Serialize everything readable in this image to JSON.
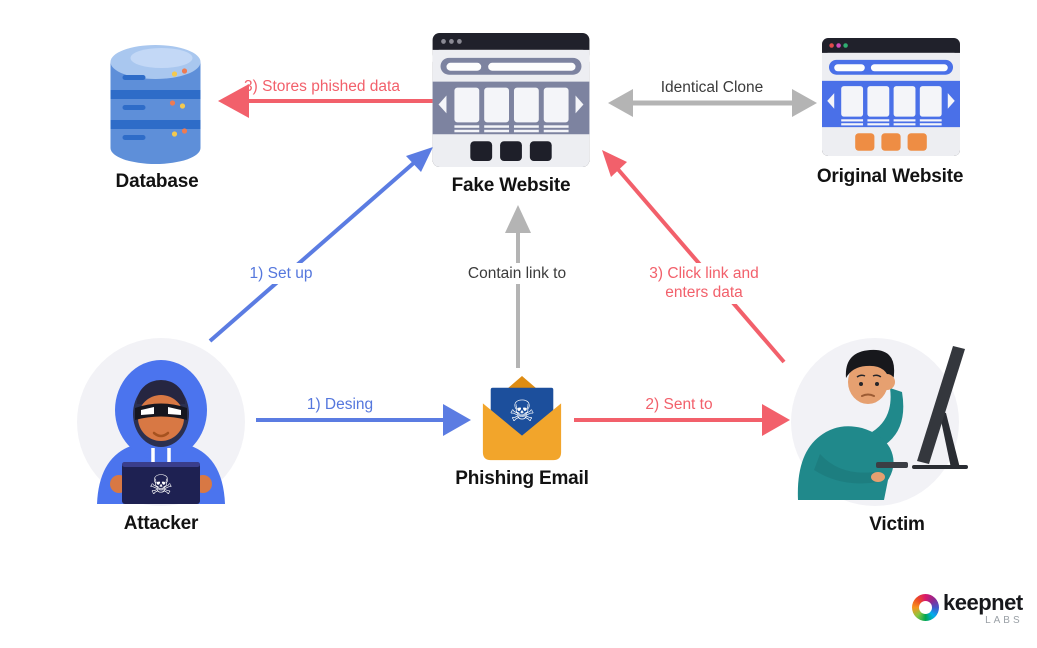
{
  "diagram": {
    "title_hint": "Phishing attack flow diagram",
    "nodes": {
      "database": {
        "label": "Database"
      },
      "fake_website": {
        "label": "Fake Website"
      },
      "original_website": {
        "label": "Original Website"
      },
      "attacker": {
        "label": "Attacker"
      },
      "phishing_email": {
        "label": "Phishing Email"
      },
      "victim": {
        "label": "Victim"
      }
    },
    "edges": {
      "stores": {
        "label": "3) Stores phished data",
        "from": "fake_website",
        "to": "database",
        "color": "#f2606b"
      },
      "identical_clone": {
        "label": "Identical Clone",
        "from": "fake_website",
        "to": "original_website",
        "color": "#b4b4b4",
        "bidirectional": true
      },
      "set_up": {
        "label": "1) Set up",
        "from": "attacker",
        "to": "fake_website",
        "color": "#5b7ce2"
      },
      "contain_link": {
        "label": "Contain link to",
        "from": "phishing_email",
        "to": "fake_website",
        "color": "#b4b4b4"
      },
      "click_link": {
        "label": "3) Click link and\nenters data",
        "from": "victim",
        "to": "fake_website",
        "color": "#f2606b"
      },
      "desing": {
        "label": "1) Desing",
        "from": "attacker",
        "to": "phishing_email",
        "color": "#5b7ce2"
      },
      "sent_to": {
        "label": "2) Sent to",
        "from": "phishing_email",
        "to": "victim",
        "color": "#f2606b"
      }
    }
  },
  "logo": {
    "name": "keepnet",
    "sub": "LABS"
  },
  "colors": {
    "arrow_blue": "#5b7ce2",
    "arrow_red": "#f2606b",
    "arrow_gray": "#b4b4b4",
    "database_blue": "#5e8fd9",
    "database_dark_blue": "#2e6cc8",
    "browser_slate": "#7d83a0",
    "browser_blue": "#4a70e8",
    "browser_dark": "#20212b",
    "accent_orange": "#ee8d44",
    "envelope_orange": "#f2a52b",
    "letter_navy": "#1c4f9c",
    "hoodie_blue": "#4b74ee",
    "sweater_teal": "#20898b",
    "circle_bg": "#f2f2f6"
  }
}
